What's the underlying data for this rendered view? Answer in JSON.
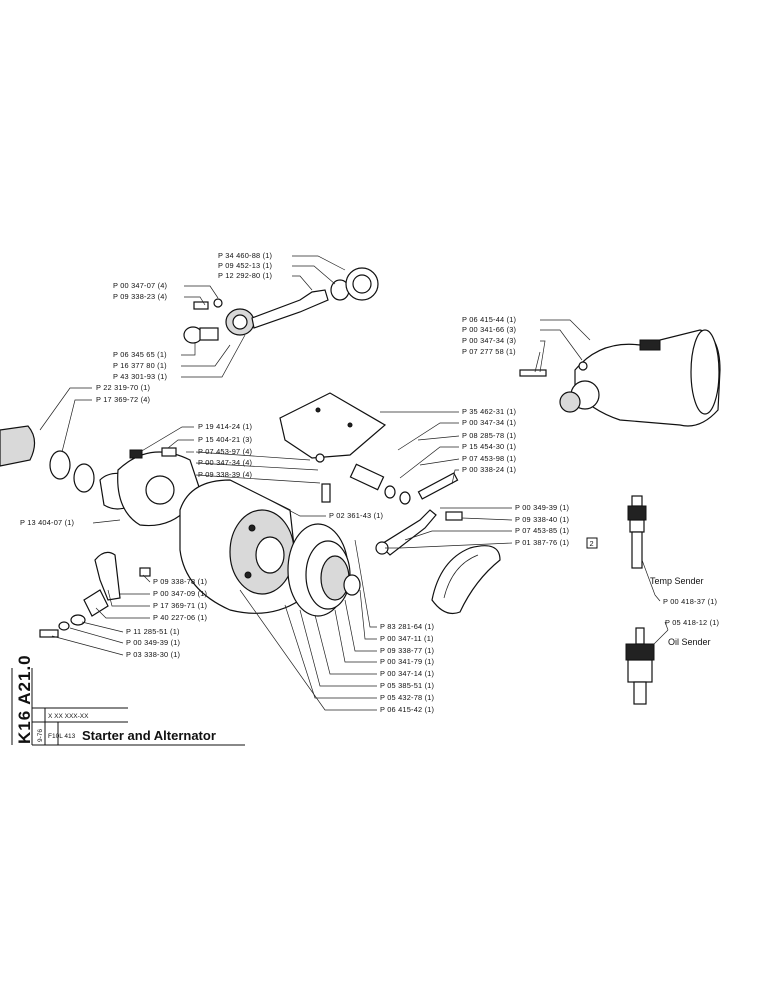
{
  "title": {
    "model": "F10L 413",
    "name": "Starter and Alternator",
    "code": "K16 A21.0",
    "revision": "9-76",
    "placeholder": "X XX XXX-XX"
  },
  "parts": [
    {
      "id": "p1",
      "ref": "P 34 460-88 (1)"
    },
    {
      "id": "p2",
      "ref": "P 09 452-13 (1)"
    },
    {
      "id": "p3",
      "ref": "P 12 292-80 (1)"
    },
    {
      "id": "p4",
      "ref": "P 00 347-07 (4)"
    },
    {
      "id": "p5",
      "ref": "P 09 338-23 (4)"
    },
    {
      "id": "p6",
      "ref": "P 06 345 65 (1)"
    },
    {
      "id": "p7",
      "ref": "P 16 377 80 (1)"
    },
    {
      "id": "p8",
      "ref": "P 43 301-93 (1)"
    },
    {
      "id": "p9",
      "ref": "P 22 319-70 (1)"
    },
    {
      "id": "p10",
      "ref": "P 17 369-72 (4)"
    },
    {
      "id": "p11",
      "ref": "P 19 414-24 (1)"
    },
    {
      "id": "p12",
      "ref": "P 15 404-21 (3)"
    },
    {
      "id": "p13",
      "ref": "P 07 453-97 (4)"
    },
    {
      "id": "p14",
      "ref": "P 00 347-34 (4)"
    },
    {
      "id": "p15",
      "ref": "P 09 338-39 (4)"
    },
    {
      "id": "p16",
      "ref": "P 02 361-43 (1)"
    },
    {
      "id": "p17",
      "ref": "P 13 404-07 (1)"
    },
    {
      "id": "p18",
      "ref": "P 35 462-31 (1)"
    },
    {
      "id": "p19",
      "ref": "P 00 347-34 (1)"
    },
    {
      "id": "p20",
      "ref": "P 08 285-78 (1)"
    },
    {
      "id": "p21",
      "ref": "P 15 454-30 (1)"
    },
    {
      "id": "p22",
      "ref": "P 07 453-98 (1)"
    },
    {
      "id": "p23",
      "ref": "P 00 338-24 (1)"
    },
    {
      "id": "p24",
      "ref": "P 00 349-39 (1)"
    },
    {
      "id": "p25",
      "ref": "P 09 338-40 (1)"
    },
    {
      "id": "p26",
      "ref": "P 07 453-85 (1)"
    },
    {
      "id": "p27",
      "ref": "P 01 387-76 (1)"
    },
    {
      "id": "p28",
      "ref": "P 09 338-78 (1)"
    },
    {
      "id": "p29",
      "ref": "P 00 347-09 (1)"
    },
    {
      "id": "p30",
      "ref": "P 17 369-71 (1)"
    },
    {
      "id": "p31",
      "ref": "P 40 227-06 (1)"
    },
    {
      "id": "p32",
      "ref": "P 11 285-51 (1)"
    },
    {
      "id": "p33",
      "ref": "P 00 349-39 (1)"
    },
    {
      "id": "p34",
      "ref": "P 03 338-30 (1)"
    },
    {
      "id": "p35",
      "ref": "P 83 281-64 (1)"
    },
    {
      "id": "p36",
      "ref": "P 00 347-11 (1)"
    },
    {
      "id": "p37",
      "ref": "P 09 338-77 (1)"
    },
    {
      "id": "p38",
      "ref": "P 00 341-79 (1)"
    },
    {
      "id": "p39",
      "ref": "P 00 347-14 (1)"
    },
    {
      "id": "p40",
      "ref": "P 05 385-51 (1)"
    },
    {
      "id": "p41",
      "ref": "P 05 432-78 (1)"
    },
    {
      "id": "p42",
      "ref": "P 06 415-42 (1)"
    },
    {
      "id": "p43",
      "ref": "P 06 415-44 (1)"
    },
    {
      "id": "p44",
      "ref": "P 00 341-66 (3)"
    },
    {
      "id": "p45",
      "ref": "P 00 347-34 (3)"
    },
    {
      "id": "p46",
      "ref": "P 07 277 58 (1)"
    },
    {
      "id": "p47",
      "ref": "P 00 418-37 (1)"
    },
    {
      "id": "p48",
      "ref": "P 05 418-12 (1)"
    }
  ],
  "box_number": "2",
  "senders": {
    "temp": "Temp Sender",
    "oil": "Oil Sender"
  }
}
